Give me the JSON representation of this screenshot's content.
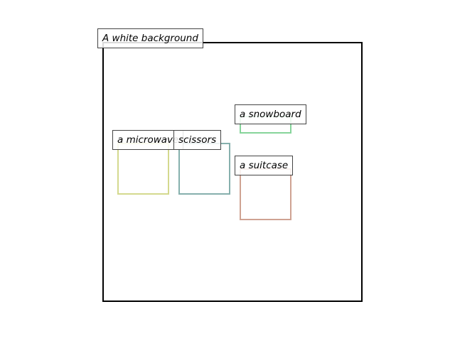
{
  "diagram": {
    "frame_caption": "A white background",
    "objects": [
      {
        "id": "microwave",
        "label": "a microwave",
        "color": "#d4d98e"
      },
      {
        "id": "scissors",
        "label": "scissors",
        "color": "#86b0ad"
      },
      {
        "id": "snowboard",
        "label": "a snowboard",
        "color": "#86d49a"
      },
      {
        "id": "suitcase",
        "label": "a suitcase",
        "color": "#cfa292"
      }
    ]
  }
}
